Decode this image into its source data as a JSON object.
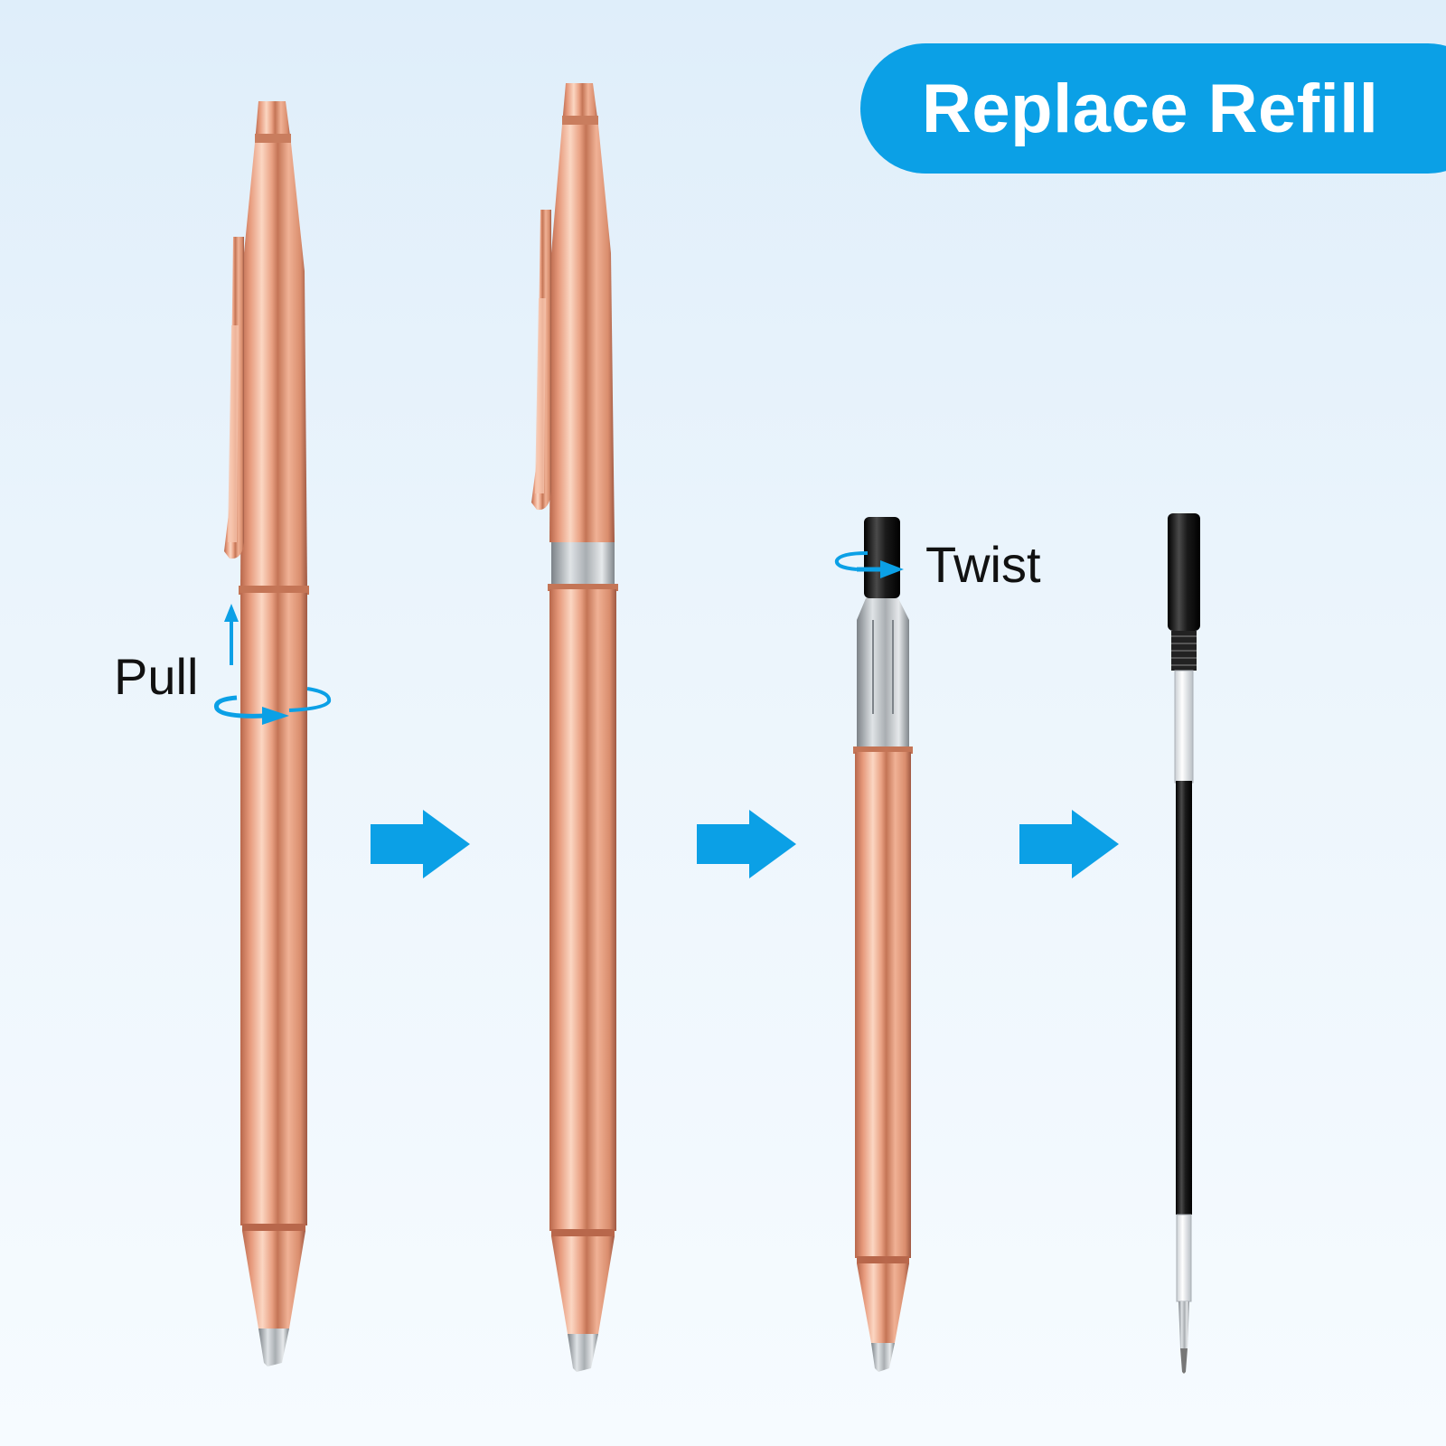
{
  "header": {
    "title": "Replace Refill"
  },
  "steps": {
    "pull_label": "Pull",
    "twist_label": "Twist"
  },
  "colors": {
    "accent": "#0ba0e6",
    "pen_body": "#e9a183",
    "pen_highlight": "#fbd6c2",
    "pen_shadow": "#b8674b",
    "refill_cap": "#1b1b1b",
    "silver": "#b7bcc0"
  },
  "icons": [
    "rotate-arrow-icon",
    "up-arrow-icon",
    "right-arrow-icon"
  ]
}
